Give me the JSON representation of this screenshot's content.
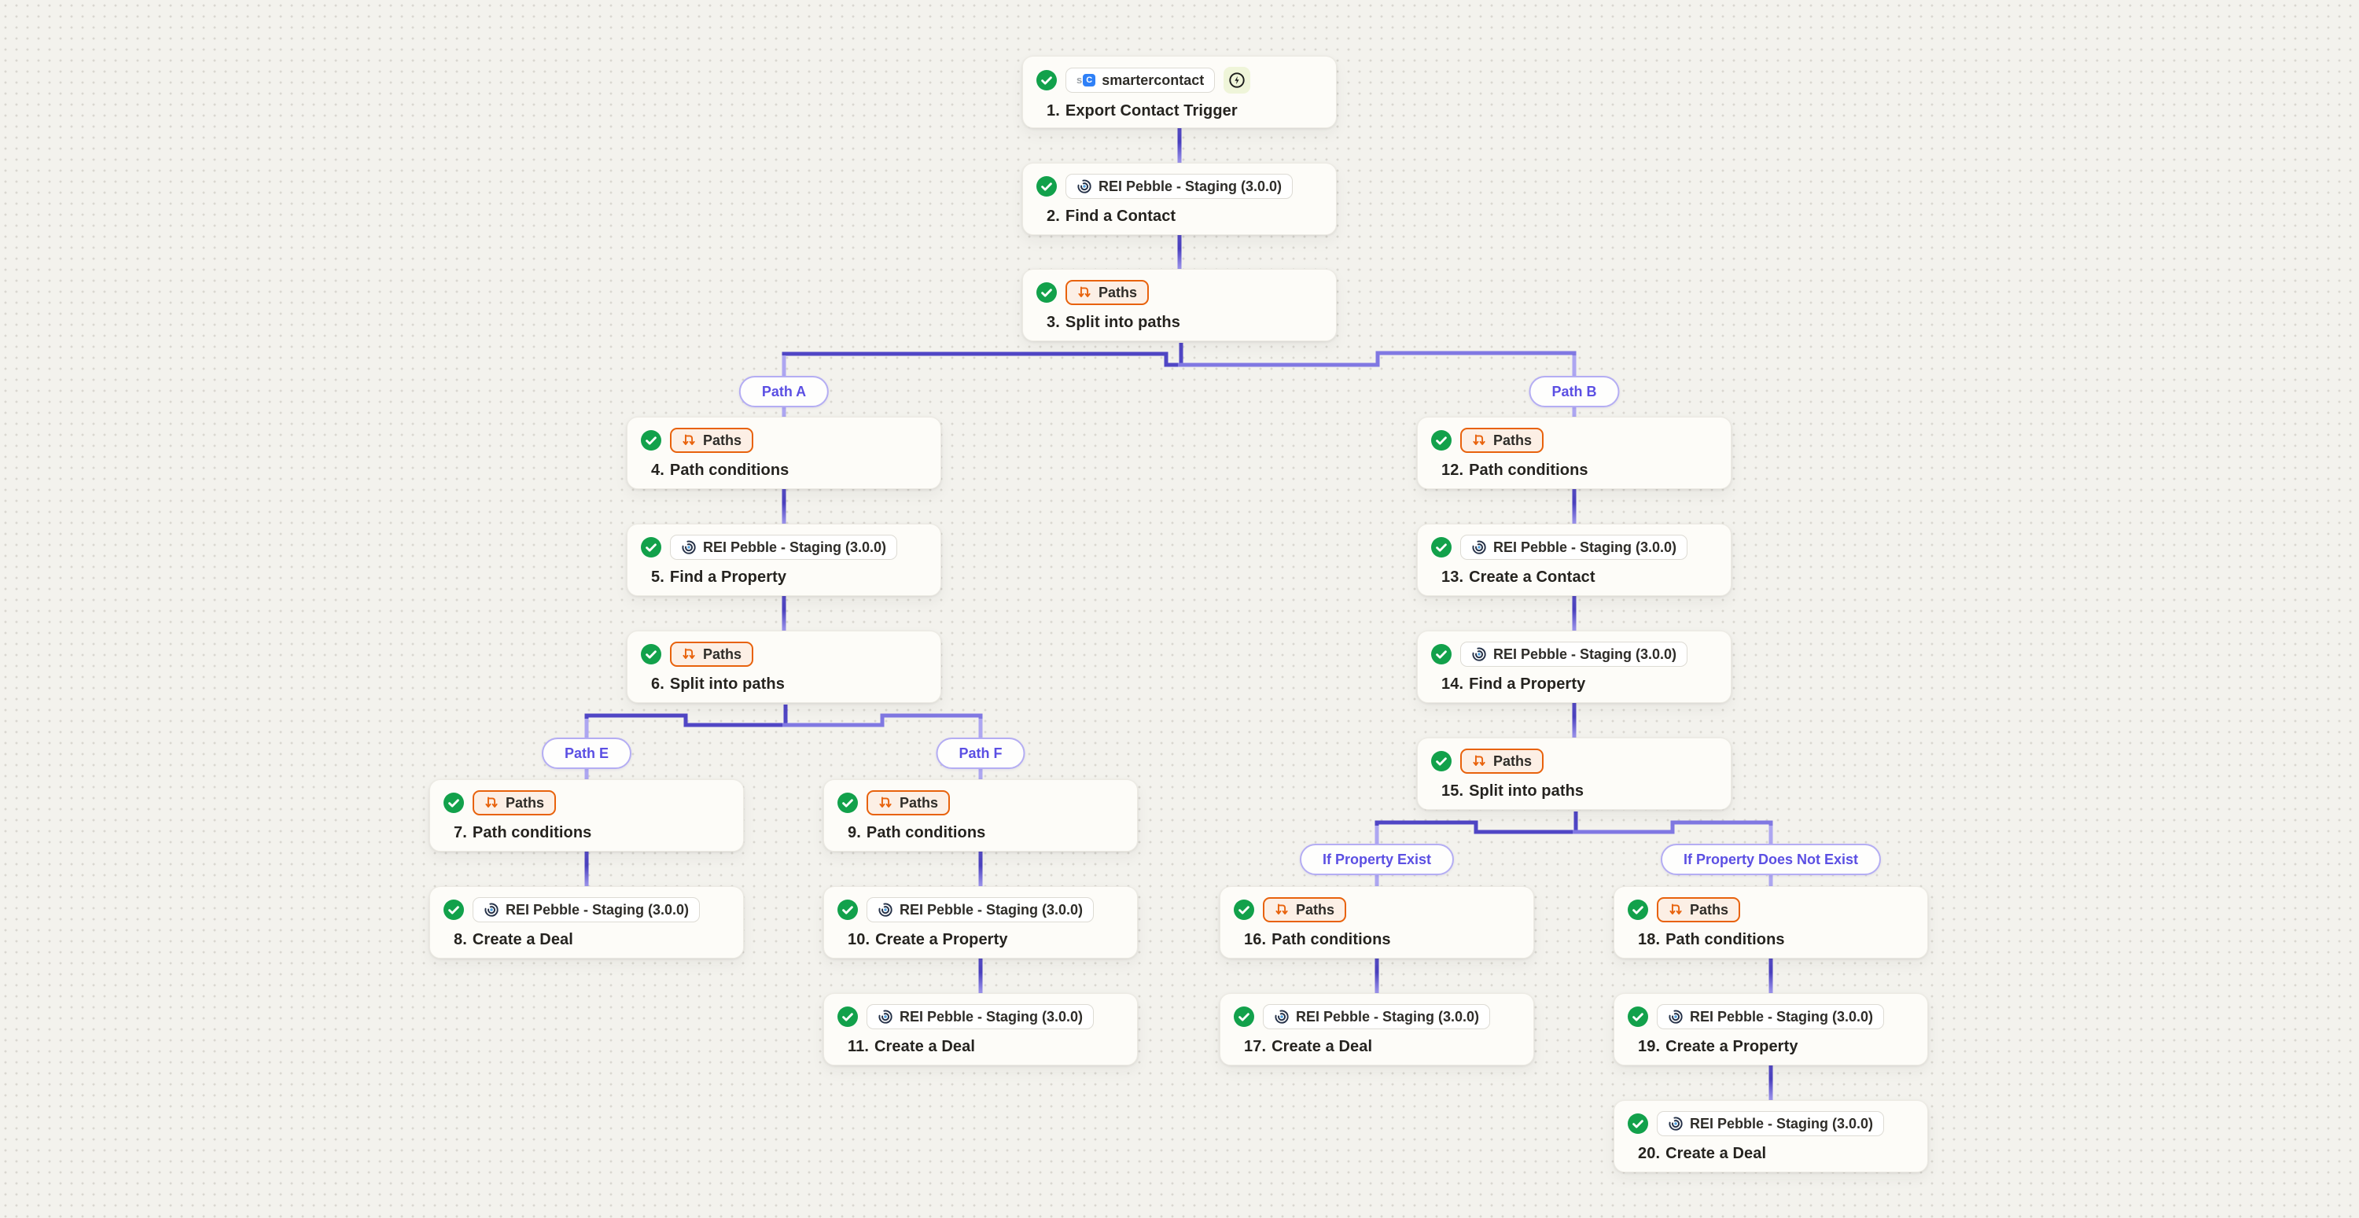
{
  "workflow": {
    "nodes": [
      {
        "num": "1.",
        "title": "Export Contact Trigger",
        "app": "smartercontact",
        "badge": "smartercontact",
        "instant": true
      },
      {
        "num": "2.",
        "title": "Find a Contact",
        "app": "REI Pebble - Staging (3.0.0)",
        "badge": "app"
      },
      {
        "num": "3.",
        "title": "Split into paths",
        "app": "Paths",
        "badge": "paths"
      },
      {
        "num": "4.",
        "title": "Path conditions",
        "app": "Paths",
        "badge": "paths"
      },
      {
        "num": "5.",
        "title": "Find a Property",
        "app": "REI Pebble - Staging (3.0.0)",
        "badge": "app"
      },
      {
        "num": "6.",
        "title": "Split into paths",
        "app": "Paths",
        "badge": "paths"
      },
      {
        "num": "7.",
        "title": "Path conditions",
        "app": "Paths",
        "badge": "paths"
      },
      {
        "num": "8.",
        "title": "Create a Deal",
        "app": "REI Pebble - Staging (3.0.0)",
        "badge": "app"
      },
      {
        "num": "9.",
        "title": "Path conditions",
        "app": "Paths",
        "badge": "paths"
      },
      {
        "num": "10.",
        "title": "Create a Property",
        "app": "REI Pebble - Staging (3.0.0)",
        "badge": "app"
      },
      {
        "num": "11.",
        "title": "Create a Deal",
        "app": "REI Pebble - Staging (3.0.0)",
        "badge": "app"
      },
      {
        "num": "12.",
        "title": "Path conditions",
        "app": "Paths",
        "badge": "paths"
      },
      {
        "num": "13.",
        "title": "Create a Contact",
        "app": "REI Pebble - Staging (3.0.0)",
        "badge": "app"
      },
      {
        "num": "14.",
        "title": "Find a Property",
        "app": "REI Pebble - Staging (3.0.0)",
        "badge": "app"
      },
      {
        "num": "15.",
        "title": "Split into paths",
        "app": "Paths",
        "badge": "paths"
      },
      {
        "num": "16.",
        "title": "Path conditions",
        "app": "Paths",
        "badge": "paths"
      },
      {
        "num": "17.",
        "title": "Create a Deal",
        "app": "REI Pebble - Staging (3.0.0)",
        "badge": "app"
      },
      {
        "num": "18.",
        "title": "Path conditions",
        "app": "Paths",
        "badge": "paths"
      },
      {
        "num": "19.",
        "title": "Create a Property",
        "app": "REI Pebble - Staging (3.0.0)",
        "badge": "app"
      },
      {
        "num": "20.",
        "title": "Create a Deal",
        "app": "REI Pebble - Staging (3.0.0)",
        "badge": "app"
      }
    ],
    "paths": [
      {
        "id": "path-a",
        "label": "Path A"
      },
      {
        "id": "path-b",
        "label": "Path B"
      },
      {
        "id": "path-e",
        "label": "Path E"
      },
      {
        "id": "path-f",
        "label": "Path F"
      },
      {
        "id": "if-property-exist",
        "label": "If Property Exist"
      },
      {
        "id": "if-property-does-not-exist",
        "label": "If Property Does Not Exist"
      }
    ]
  },
  "icons": {
    "check": "success-check-icon",
    "paths": "paths-split-icon",
    "pebble": "rei-pebble-app-icon",
    "smartercontact": "smartercontact-app-icon",
    "instant": "instant-trigger-bolt-icon"
  },
  "colors": {
    "canvas_bg": "#F3F2ED",
    "success_green": "#12A14B",
    "paths_orange": "#E8620C",
    "wire_purple": "#5046C5",
    "wire_purple_light": "#ADA6F1",
    "path_pill_text": "#5B4FE3",
    "path_pill_border": "#B4ADF3",
    "smartercontact_blue": "#2F80F7"
  }
}
